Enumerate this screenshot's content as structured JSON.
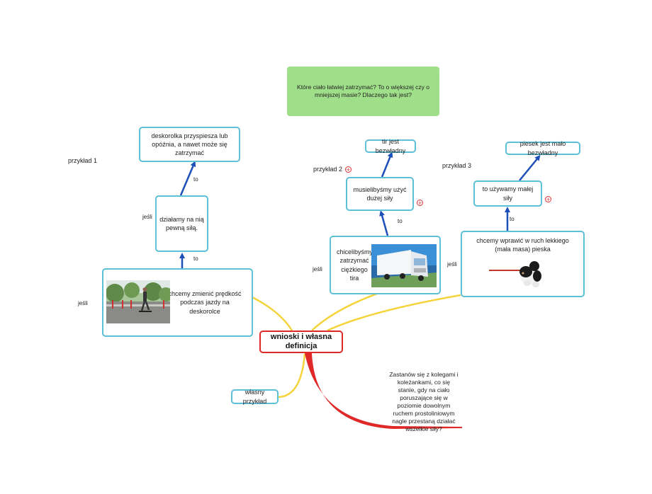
{
  "question": "Które ciało łatwiej zatrzymać? To o większej czy o mniejszej masie? Dlaczego tak jest?",
  "central": "wnioski i własna definicja",
  "own_example": "własny przykład",
  "note": "Zastanów się z kolegami i koleżankami, co się stanie, gdy na ciało poruszające się w poziomie dowolnym ruchem prostoliniowym nagle przestaną działać wszelkie siły?",
  "example1": {
    "label": "przykład 1",
    "main": "chcemy zmienić prędkość podczas jazdy na deskorolce",
    "mid": "działamy na nią pewną siłą.",
    "top": "deskorolka przyspiesza lub opóźnia, a nawet może się zatrzymać",
    "if_label_low": "jeśli",
    "if_label_mid": "jeśli",
    "to_low": "to",
    "to_high": "to"
  },
  "example2": {
    "label": "przykład 2",
    "main": "chicelibyśmy zatrzymać ciężkiego tira",
    "mid": "musielibyśmy użyć dużej siły",
    "top": "tir jest bezwładny",
    "if_label": "jeśli",
    "to": "to"
  },
  "example3": {
    "label": "przykład 3",
    "main": "chcemy wprawić w ruch  lekkiego (mała masa)  pieska",
    "mid": "to używamy małej siły",
    "top": "piesek jest mało bezwładny",
    "if_label": "jeśli",
    "to": "to"
  },
  "plus_symbol": "+",
  "colors": {
    "node_border": "#5cc0d8",
    "arrow": "#1d4fb8",
    "branch": "#f5d33a",
    "red": "#e02828",
    "green": "#a0df8a"
  }
}
